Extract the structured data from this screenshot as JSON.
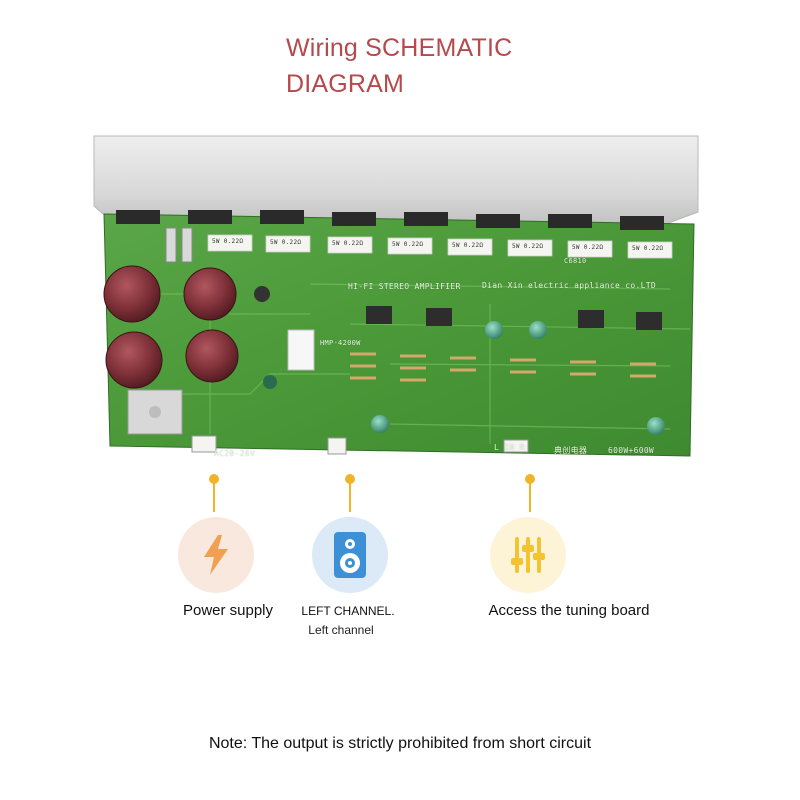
{
  "header": {
    "title_line1": "Wiring SCHEMATIC",
    "title_line2": "DIAGRAM"
  },
  "board": {
    "silkscreen_title": "HI-FI STEREO AMPLIFIER",
    "silkscreen_maker": "Dian Xin electric appliance co.LTD",
    "ac_input_label": "AC20-26V",
    "input_label": "L  IN  R",
    "power_rating": "600W+600W",
    "model_label": "HMP-4200W",
    "chinese_mark": "典创电器",
    "resistor_marking": "5W 0.22Ω",
    "resistor_count": 8,
    "capacitor_label": "C6810"
  },
  "features": [
    {
      "label": "Power supply",
      "sublabel": "",
      "icon": "lightning-icon",
      "accent": "#f0a050"
    },
    {
      "label": "LEFT CHANNEL.",
      "sublabel": "Left channel",
      "icon": "speaker-icon",
      "accent": "#3d8fd6"
    },
    {
      "label": "Access the tuning board",
      "sublabel": "",
      "icon": "sliders-icon",
      "accent": "#f4c430"
    }
  ],
  "footer": {
    "note": "Note: The output is strictly prohibited from short circuit"
  },
  "colors": {
    "title": "#b5494c",
    "pcb": "#4d9b3c",
    "connector_line": "#f0b429"
  }
}
